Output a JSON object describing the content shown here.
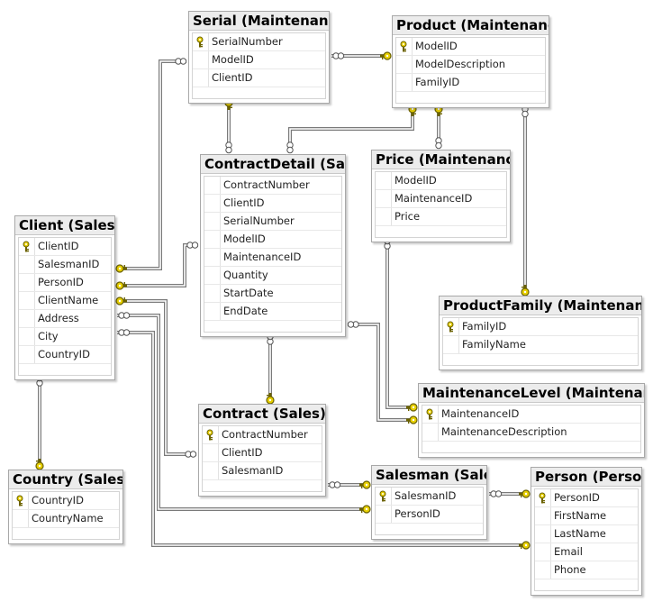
{
  "colors": {
    "connector": "#7a7a7a",
    "key": "#e8d000",
    "key_outline": "#6b6200",
    "header_bg": "#ececec"
  },
  "tables": [
    {
      "id": "serial",
      "title": "Serial (Maintenance)",
      "columns": [
        {
          "name": "SerialNumber",
          "pk": true
        },
        {
          "name": "ModelID",
          "pk": false
        },
        {
          "name": "ClientID",
          "pk": false
        }
      ]
    },
    {
      "id": "product",
      "title": "Product (Maintenance)",
      "columns": [
        {
          "name": "ModelID",
          "pk": true
        },
        {
          "name": "ModelDescription",
          "pk": false
        },
        {
          "name": "FamilyID",
          "pk": false
        }
      ]
    },
    {
      "id": "contractdetail",
      "title": "ContractDetail (Sales)",
      "columns": [
        {
          "name": "ContractNumber",
          "pk": false
        },
        {
          "name": "ClientID",
          "pk": false
        },
        {
          "name": "SerialNumber",
          "pk": false
        },
        {
          "name": "ModelID",
          "pk": false
        },
        {
          "name": "MaintenanceID",
          "pk": false
        },
        {
          "name": "Quantity",
          "pk": false
        },
        {
          "name": "StartDate",
          "pk": false
        },
        {
          "name": "EndDate",
          "pk": false
        }
      ]
    },
    {
      "id": "price",
      "title": "Price (Maintenance)",
      "columns": [
        {
          "name": "ModelID",
          "pk": false
        },
        {
          "name": "MaintenanceID",
          "pk": false
        },
        {
          "name": "Price",
          "pk": false
        }
      ]
    },
    {
      "id": "client",
      "title": "Client (Sales)",
      "columns": [
        {
          "name": "ClientID",
          "pk": true
        },
        {
          "name": "SalesmanID",
          "pk": false
        },
        {
          "name": "PersonID",
          "pk": false
        },
        {
          "name": "ClientName",
          "pk": false
        },
        {
          "name": "Address",
          "pk": false
        },
        {
          "name": "City",
          "pk": false
        },
        {
          "name": "CountryID",
          "pk": false
        }
      ]
    },
    {
      "id": "productfamily",
      "title": "ProductFamily (Maintenance)",
      "columns": [
        {
          "name": "FamilyID",
          "pk": true
        },
        {
          "name": "FamilyName",
          "pk": false
        }
      ]
    },
    {
      "id": "maintenancelevel",
      "title": "MaintenanceLevel (Maintenance)",
      "columns": [
        {
          "name": "MaintenanceID",
          "pk": true
        },
        {
          "name": "MaintenanceDescription",
          "pk": false
        }
      ]
    },
    {
      "id": "contract",
      "title": "Contract (Sales)",
      "columns": [
        {
          "name": "ContractNumber",
          "pk": true
        },
        {
          "name": "ClientID",
          "pk": false
        },
        {
          "name": "SalesmanID",
          "pk": false
        }
      ]
    },
    {
      "id": "salesman",
      "title": "Salesman (Sales)",
      "columns": [
        {
          "name": "SalesmanID",
          "pk": true
        },
        {
          "name": "PersonID",
          "pk": false
        }
      ]
    },
    {
      "id": "person",
      "title": "Person (Person)",
      "columns": [
        {
          "name": "PersonID",
          "pk": true
        },
        {
          "name": "FirstName",
          "pk": false
        },
        {
          "name": "LastName",
          "pk": false
        },
        {
          "name": "Email",
          "pk": false
        },
        {
          "name": "Phone",
          "pk": false
        }
      ]
    },
    {
      "id": "country",
      "title": "Country (Sales)",
      "columns": [
        {
          "name": "CountryID",
          "pk": true
        },
        {
          "name": "CountryName",
          "pk": false
        }
      ]
    }
  ]
}
